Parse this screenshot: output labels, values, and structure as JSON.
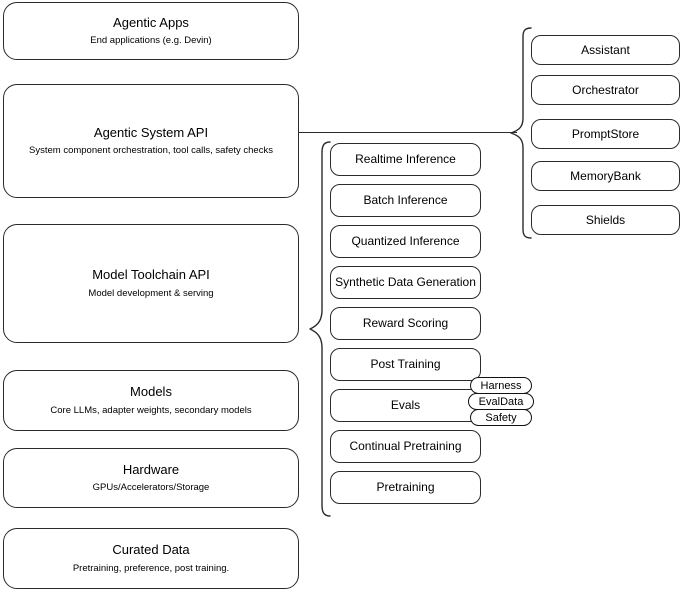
{
  "diagram": {
    "title": "AI stack layered architecture diagram",
    "stroke_color": "#2b2b2b",
    "background_color": "#ffffff"
  },
  "left_stack": {
    "name": "layer-stack",
    "layers": [
      {
        "title": "Agentic Apps",
        "subtitle": "End applications (e.g. Devin)"
      },
      {
        "title": "Agentic System API",
        "subtitle": "System component orchestration, tool calls, safety checks"
      },
      {
        "title": "Model Toolchain API",
        "subtitle": "Model development & serving"
      },
      {
        "title": "Models",
        "subtitle": "Core LLMs, adapter weights, secondary models"
      },
      {
        "title": "Hardware",
        "subtitle": "GPUs/Accelerators/Storage"
      },
      {
        "title": "Curated Data",
        "subtitle": "Pretraining, preference, post training."
      }
    ]
  },
  "toolchain_column": {
    "name": "model-toolchain-capabilities",
    "items": [
      {
        "label": "Realtime Inference"
      },
      {
        "label": "Batch Inference"
      },
      {
        "label": "Quantized Inference"
      },
      {
        "label": "Synthetic Data Generation"
      },
      {
        "label": "Reward Scoring"
      },
      {
        "label": "Post Training"
      },
      {
        "label": "Evals"
      },
      {
        "label": "Continual Pretraining"
      },
      {
        "label": "Pretraining"
      }
    ]
  },
  "evals_tags": {
    "name": "evals-subcomponents",
    "items": [
      {
        "label": "Harness"
      },
      {
        "label": "EvalData"
      },
      {
        "label": "Safety"
      }
    ]
  },
  "system_column": {
    "name": "agentic-system-components",
    "items": [
      {
        "label": "Assistant"
      },
      {
        "label": "Orchestrator"
      },
      {
        "label": "PromptStore"
      },
      {
        "label": "MemoryBank"
      },
      {
        "label": "Shields"
      }
    ]
  }
}
